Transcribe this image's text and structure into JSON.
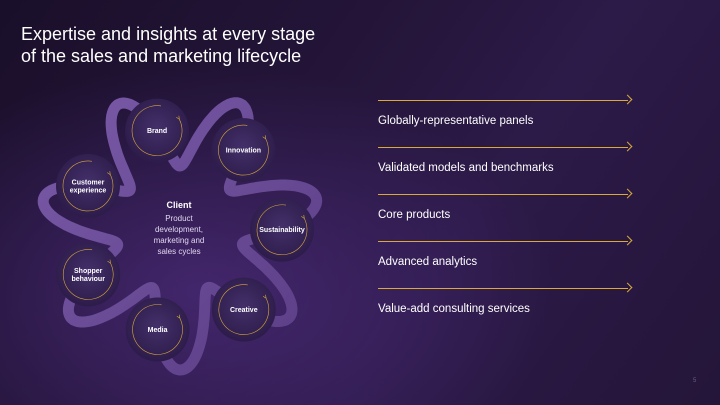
{
  "title": {
    "line1": "Expertise and insights at every stage",
    "line2": "of the sales and marketing lifecycle"
  },
  "center": {
    "title": "Client",
    "lines": [
      "Product",
      "development,",
      "marketing and",
      "sales cycles"
    ]
  },
  "stages": [
    {
      "label_lines": [
        "Brand"
      ]
    },
    {
      "label_lines": [
        "Innovation"
      ]
    },
    {
      "label_lines": [
        "Sustainability"
      ]
    },
    {
      "label_lines": [
        "Creative"
      ]
    },
    {
      "label_lines": [
        "Media"
      ]
    },
    {
      "label_lines": [
        "Shopper",
        "behaviour"
      ]
    },
    {
      "label_lines": [
        "Customer",
        "experience"
      ]
    }
  ],
  "offerings": [
    "Globally-representative panels",
    "Validated models and benchmarks",
    "Core products",
    "Advanced analytics",
    "Value-add consulting services"
  ],
  "page_number": "5",
  "colors": {
    "background": "#241539",
    "ribbon": "#6b4c96",
    "node_fill": "#3a2560",
    "accent_gold": "#d9a93a",
    "text": "#ffffff"
  },
  "icons": [
    "arrow-right-icon",
    "circular-arrow-icon"
  ]
}
